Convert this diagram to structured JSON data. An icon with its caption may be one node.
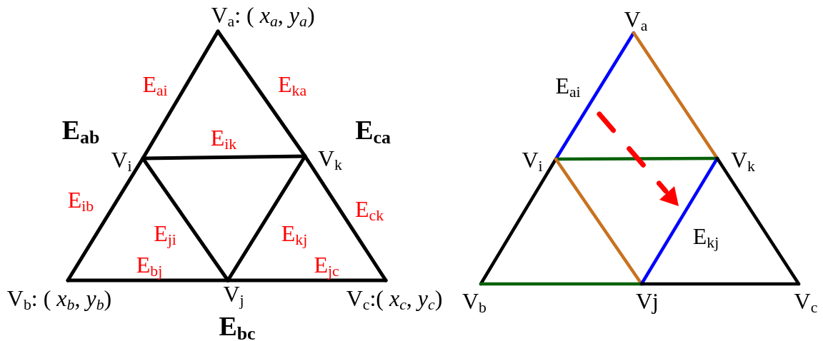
{
  "diagram": {
    "nodes": [
      {
        "text": [
          "V$_{a}$: ( *x$_{a}$*, *y$_{a}$*)"
        ]
      },
      {
        "text": [
          "V$_{i}$"
        ]
      },
      {
        "text": [
          "V$_{k}$"
        ]
      },
      {
        "text": [
          "V$_{b}$: ( *x$_{b}$*, *y$_{b}$*)"
        ]
      },
      {
        "text": [
          "V$_{j}$"
        ]
      },
      {
        "text": [
          "V$_{c}$:( *x$_{c}$*, *y$_{c}$*)"
        ]
      },
      {
        "text": [
          "V$_{a}$"
        ]
      },
      {
        "text": [
          "V$_{i}$"
        ]
      },
      {
        "text": [
          "V$_{k}$"
        ]
      },
      {
        "text": [
          "V$_{b}$"
        ]
      },
      {
        "text": [
          "Vj"
        ]
      },
      {
        "text": [
          "V$_{c}$"
        ]
      }
    ],
    "edges": [
      {
        "from": 0,
        "to": 1,
        "arrow": "none",
        "label": "E$_{ai}$"
      },
      {
        "from": 1,
        "to": 3,
        "arrow": "none",
        "label": "E$_{ib}$"
      },
      {
        "from": 3,
        "to": 4,
        "arrow": "none",
        "label": "E$_{bj}$"
      },
      {
        "from": 4,
        "to": 5,
        "arrow": "none",
        "label": "E$_{jc}$"
      },
      {
        "from": 5,
        "to": 2,
        "arrow": "none",
        "label": "E$_{ck}$"
      },
      {
        "from": 2,
        "to": 0,
        "arrow": "none",
        "label": "E$_{ka}$"
      },
      {
        "from": 1,
        "to": 2,
        "arrow": "none",
        "label": "E$_{ik}$"
      },
      {
        "from": 4,
        "to": 1,
        "arrow": "none",
        "label": "E$_{ji}$"
      },
      {
        "from": 2,
        "to": 4,
        "arrow": "none",
        "label": "E$_{kj}$"
      },
      {
        "from": 6,
        "to": 7,
        "arrow": "none",
        "label": "E$_{ai}$",
        "color": "#0000ff"
      },
      {
        "from": 6,
        "to": 8,
        "arrow": "none",
        "color": "#c8721f"
      },
      {
        "from": 7,
        "to": 8,
        "arrow": "none",
        "color": "#086108"
      },
      {
        "from": 7,
        "to": 9,
        "arrow": "none"
      },
      {
        "from": 7,
        "to": 10,
        "arrow": "none",
        "color": "#c8721f"
      },
      {
        "from": 8,
        "to": 10,
        "arrow": "none",
        "label": "E$_{kj}$",
        "color": "#0000ff"
      },
      {
        "from": 9,
        "to": 10,
        "arrow": "none",
        "color": "#086108"
      },
      {
        "from": 10,
        "to": 11,
        "arrow": "none"
      },
      {
        "from": 8,
        "to": 11,
        "arrow": "none"
      }
    ],
    "labels": [
      "E$_{ab}$",
      "E$_{ca}$",
      "E$_{bc}$"
    ]
  }
}
